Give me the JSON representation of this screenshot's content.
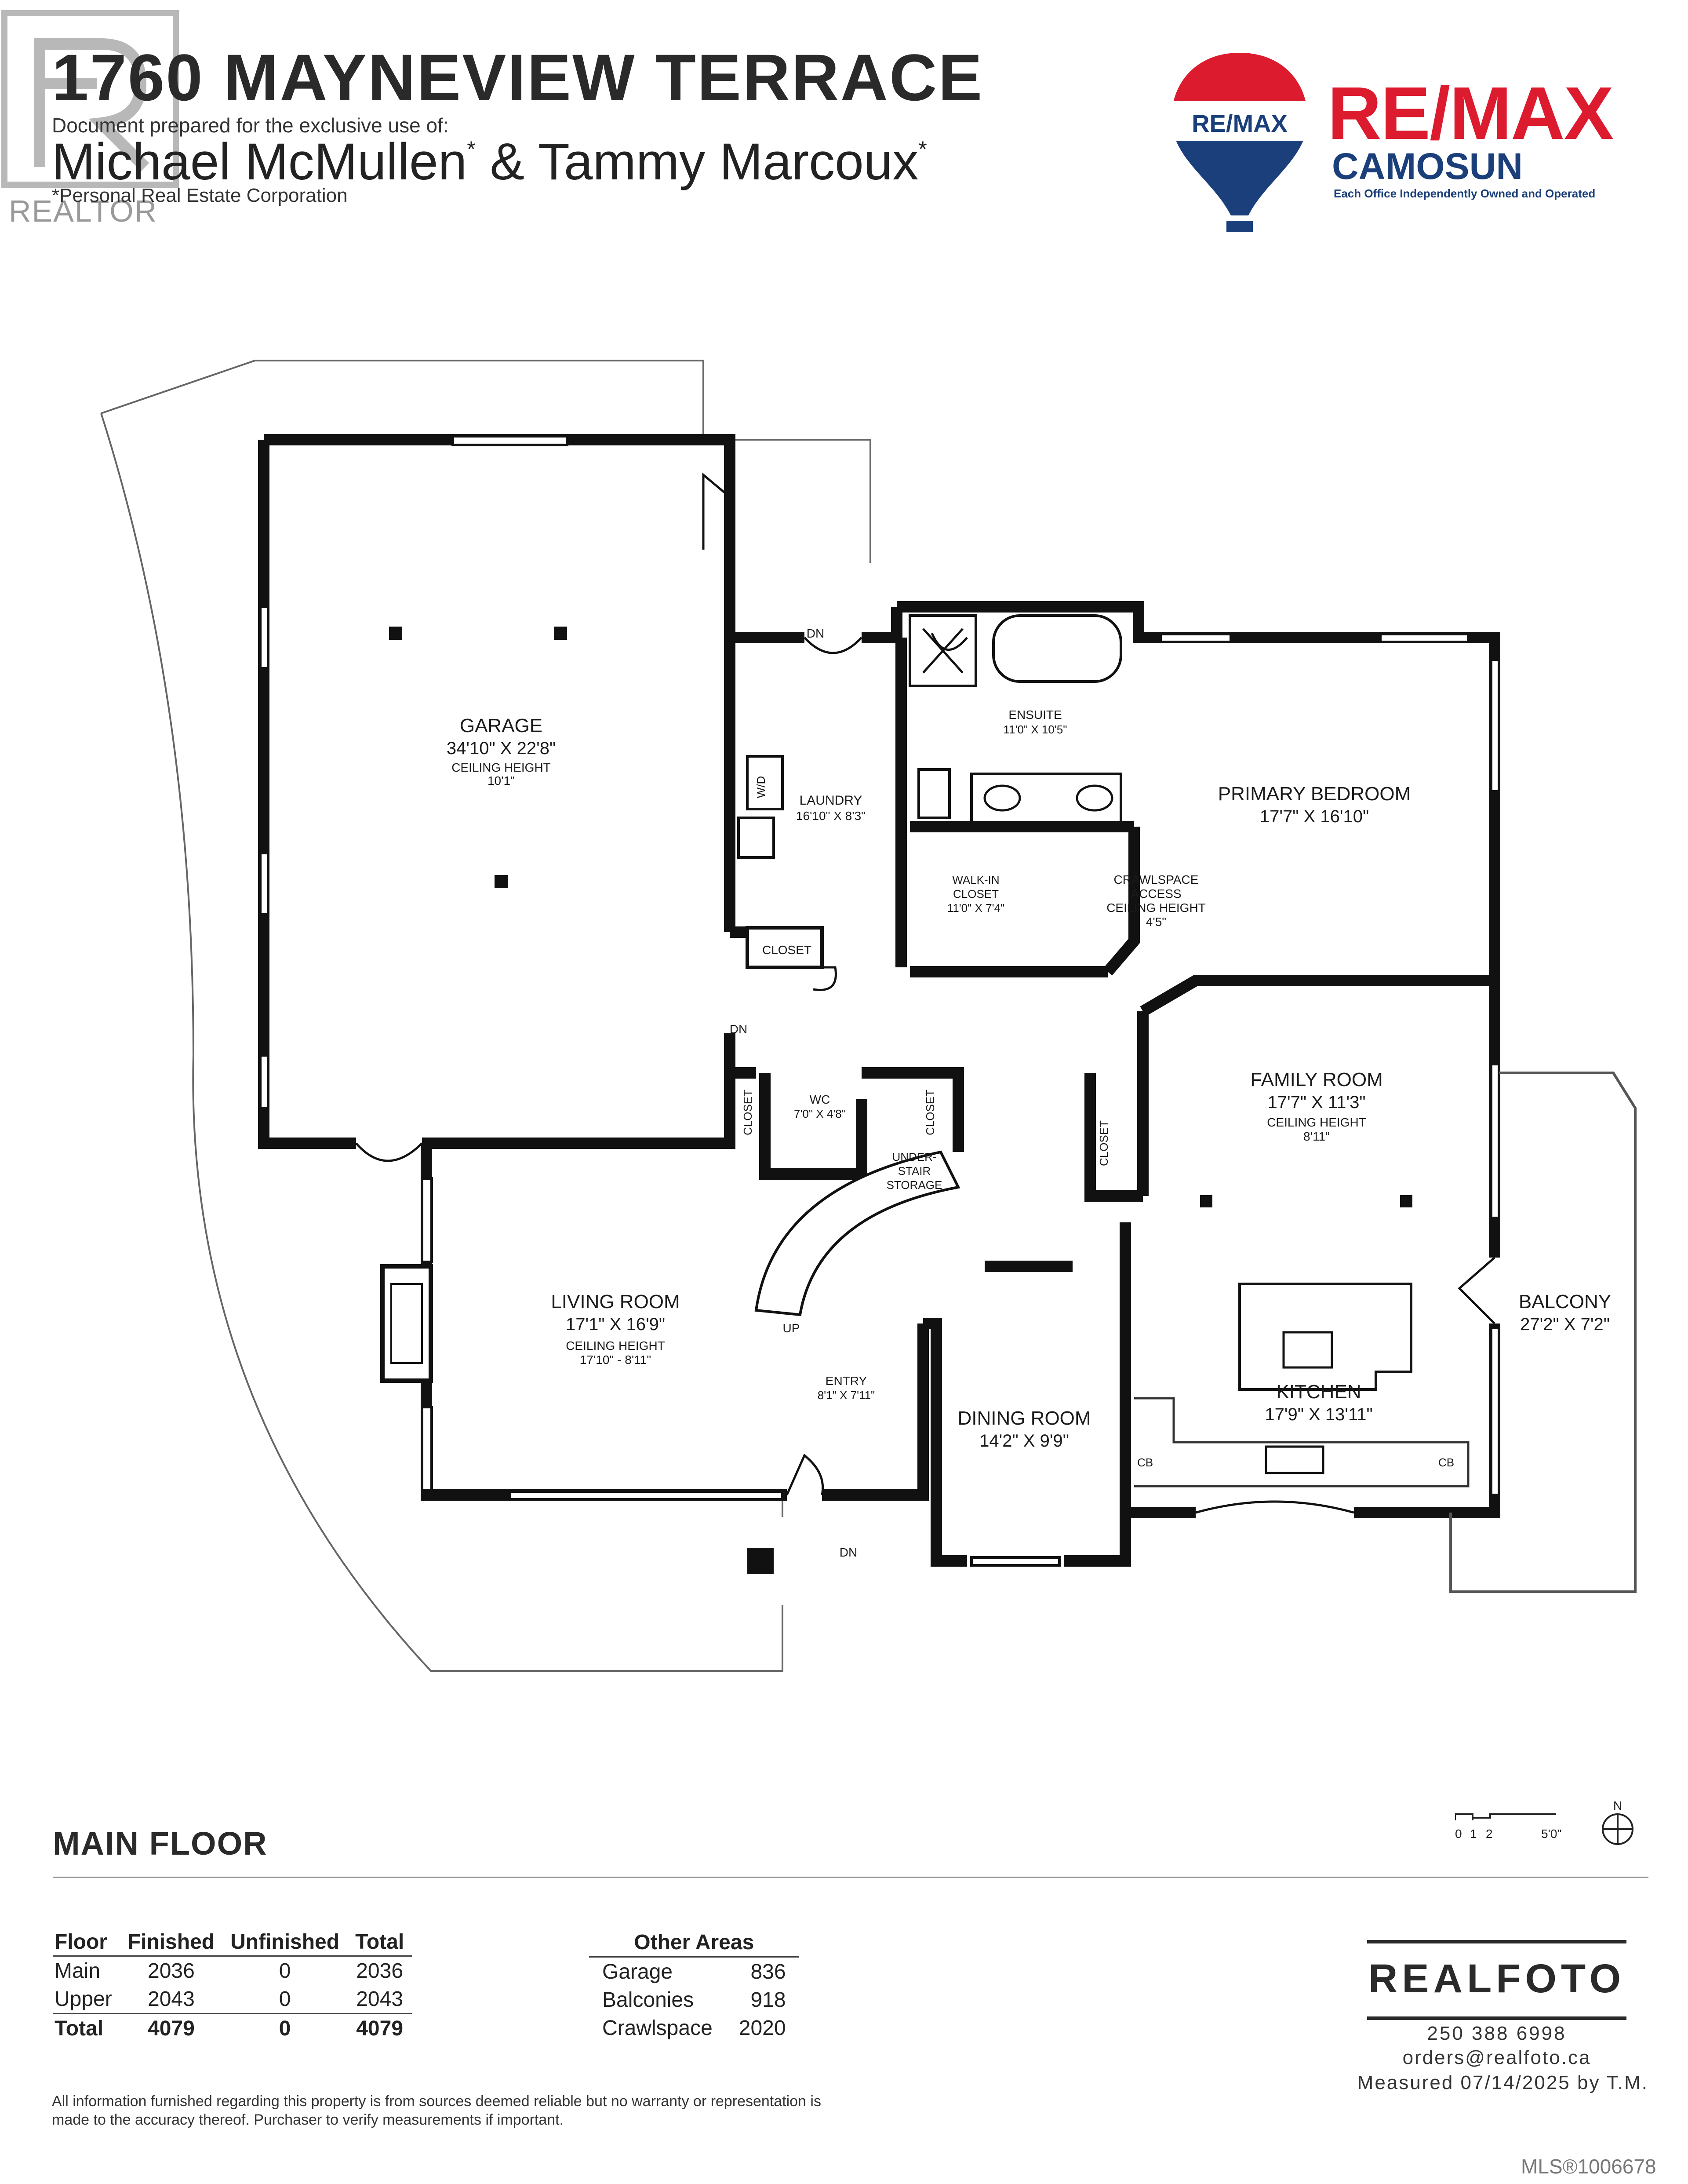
{
  "header": {
    "address": "1760 MAYNEVIEW TERRACE",
    "prepared_for": "Document prepared for the exclusive use of:",
    "agent_1": "Michael McMullen",
    "connector": " & ",
    "agent_2": "Tammy Marcoux",
    "asterisk": "*",
    "corporation": "*Personal Real Estate Corporation",
    "realtor_watermark": "REALTOR"
  },
  "brokerage": {
    "balloon_text": "RE/MAX",
    "name": "RE/MAX",
    "office": "CAMOSUN",
    "tagline": "Each Office Independently Owned and Operated",
    "brand_red": "#dc1c2e",
    "brand_blue": "#1a3f7a"
  },
  "floor_plan": {
    "rooms": [
      {
        "name": "GARAGE",
        "size": "34'10\" X 22'8\"",
        "note": "CEILING HEIGHT",
        "note_value": "10'1\""
      },
      {
        "name": "LAUNDRY",
        "size": "16'10\" X 8'3\""
      },
      {
        "name": "ENSUITE",
        "size": "11'0\" X 10'5\""
      },
      {
        "name": "PRIMARY BEDROOM",
        "size": "17'7\" X 16'10\""
      },
      {
        "name": "WALK-IN CLOSET",
        "size": "11'0\" X 7'4\""
      },
      {
        "name": "CRAWLSPACE ACCESS",
        "note": "CEILING HEIGHT",
        "note_value": "4'5\""
      },
      {
        "name": "FAMILY ROOM",
        "size": "17'7\" X 11'3\"",
        "note": "CEILING HEIGHT",
        "note_value": "8'11\""
      },
      {
        "name": "WC",
        "size": "7'0\" X 4'8\""
      },
      {
        "name": "LIVING ROOM",
        "size": "17'1\" X 16'9\"",
        "note": "CEILING HEIGHT",
        "note_value": "17'10\" - 8'11\""
      },
      {
        "name": "ENTRY",
        "size": "8'1\" X 7'11\""
      },
      {
        "name": "DINING ROOM",
        "size": "14'2\" X 9'9\""
      },
      {
        "name": "KITCHEN",
        "size": "17'9\" X 13'11\""
      },
      {
        "name": "BALCONY",
        "size": "27'2\" X 7'2\""
      }
    ],
    "labels": {
      "closet": "CLOSET",
      "dn": "DN",
      "up": "UP",
      "wd": "W/D",
      "cb": "CB",
      "walk_in": "WALK-IN",
      "crawlspace": "CRAWLSPACE",
      "access": "ACCESS",
      "under": "UNDER-",
      "stair": "STAIR",
      "storage": "STORAGE"
    },
    "compass": "N",
    "scale_ticks": [
      "0",
      "1",
      "2",
      "5'0\""
    ]
  },
  "section": {
    "floor_name": "MAIN FLOOR"
  },
  "areas_table": {
    "headers": [
      "Floor",
      "Finished",
      "Unfinished",
      "Total"
    ],
    "rows": [
      [
        "Main",
        "2036",
        "0",
        "2036"
      ],
      [
        "Upper",
        "2043",
        "0",
        "2043"
      ]
    ],
    "total": [
      "Total",
      "4079",
      "0",
      "4079"
    ]
  },
  "other_areas": {
    "heading": "Other Areas",
    "rows": [
      [
        "Garage",
        "836"
      ],
      [
        "Balconies",
        "918"
      ],
      [
        "Crawlspace",
        "2020"
      ]
    ]
  },
  "photographer": {
    "name": "REALFOTO",
    "phone": "250 388 6998",
    "email": "orders@realfoto.ca",
    "measured": "Measured 07/14/2025 by T.M."
  },
  "disclaimer": "All information furnished regarding this property is from sources deemed reliable but no warranty or representation is made to the accuracy thereof. Purchaser to verify measurements if important.",
  "mls": "MLS®1006678"
}
